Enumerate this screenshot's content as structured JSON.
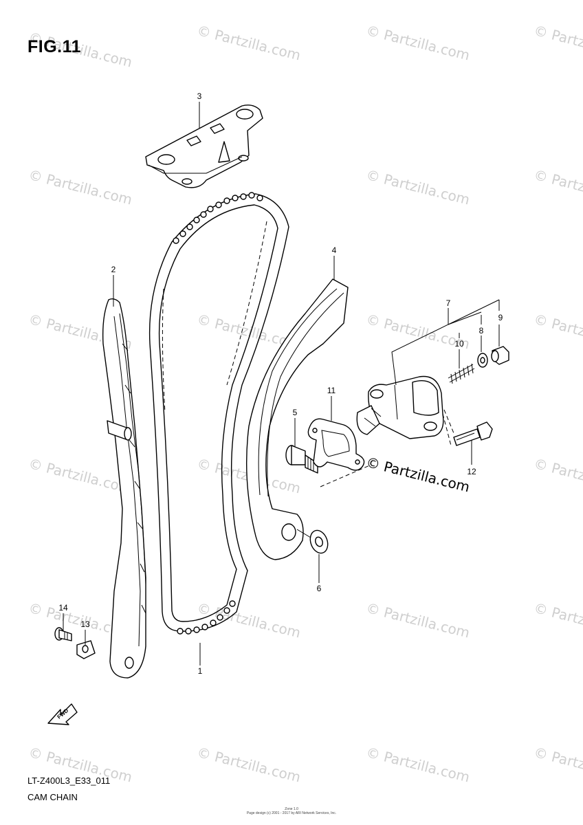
{
  "figure_title": "FIG.11",
  "code_label": "LT-Z400L3_E33_011",
  "section_title": "CAM CHAIN",
  "watermark_text": "© Partzilla.com",
  "footer_line_1": "Zone 1.0",
  "footer_line_2": "Page design (c) 2001 - 2017 by ARI Network Services, Inc.",
  "callouts": [
    {
      "id": "1",
      "label": "1"
    },
    {
      "id": "2",
      "label": "2"
    },
    {
      "id": "3",
      "label": "3"
    },
    {
      "id": "4",
      "label": "4"
    },
    {
      "id": "5",
      "label": "5"
    },
    {
      "id": "6",
      "label": "6"
    },
    {
      "id": "7",
      "label": "7"
    },
    {
      "id": "8",
      "label": "8"
    },
    {
      "id": "9",
      "label": "9"
    },
    {
      "id": "10",
      "label": "10"
    },
    {
      "id": "11",
      "label": "11"
    },
    {
      "id": "12",
      "label": "12"
    },
    {
      "id": "13",
      "label": "13"
    },
    {
      "id": "14",
      "label": "14"
    }
  ],
  "icons": {
    "fwd_arrow": "fwd-arrow-icon",
    "fwd_text": "FWD"
  },
  "colors": {
    "line": "#000000",
    "watermark": "#cfcfcf",
    "background": "#ffffff"
  }
}
